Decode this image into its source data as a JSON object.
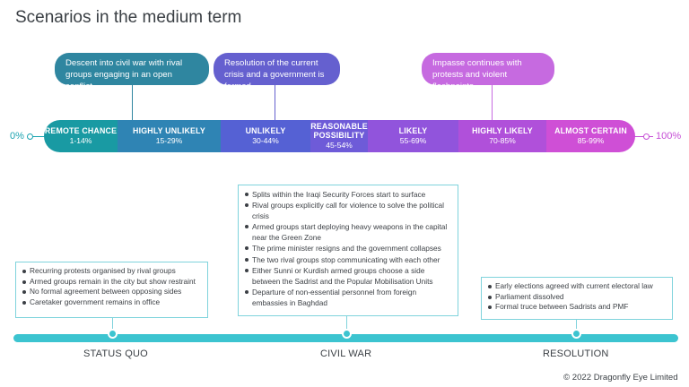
{
  "title": "Scenarios in the medium term",
  "scenarios": [
    {
      "text": "Descent into civil war with rival groups engaging in an open conflict",
      "color": "#2f86a0"
    },
    {
      "text": "Resolution of the current crisis and a government is formed",
      "color": "#6560cf"
    },
    {
      "text": "Impasse continues with protests and violent flashpoints",
      "color": "#c66ae0"
    }
  ],
  "probability_scale": {
    "min_label": "0%",
    "max_label": "100%",
    "segments": [
      {
        "label": "REMOTE CHANCE",
        "range": "1-14%",
        "color": "#199aa3"
      },
      {
        "label": "HIGHLY UNLIKELY",
        "range": "15-29%",
        "color": "#2f84b4"
      },
      {
        "label": "UNLIKELY",
        "range": "30-44%",
        "color": "#5561d4"
      },
      {
        "label": "REASONABLE POSSIBILITY",
        "range": "45-54%",
        "color": "#6e5bd8"
      },
      {
        "label": "LIKELY",
        "range": "55-69%",
        "color": "#9154dc"
      },
      {
        "label": "HIGHLY LIKELY",
        "range": "70-85%",
        "color": "#b050da"
      },
      {
        "label": "ALMOST CERTAIN",
        "range": "85-99%",
        "color": "#cf4fd6"
      }
    ]
  },
  "indicators": {
    "status_quo": [
      "Recurring protests organised by rival groups",
      "Armed groups remain in the city but show restraint",
      "No formal agreement between opposing sides",
      "Caretaker government remains in office"
    ],
    "civil_war": [
      "Splits within the Iraqi Security Forces start to surface",
      "Rival groups explicitly call for violence to solve the political crisis",
      "Armed groups start deploying heavy weapons in the capital near the Green Zone",
      "The prime minister resigns and the government collapses",
      "The two rival groups stop communicating with each other",
      "Either Sunni or Kurdish armed groups choose a side between the Sadrist and the Popular Mobilisation Units",
      "Departure of non-essential personnel from foreign embassies in Baghdad"
    ],
    "resolution": [
      "Early elections agreed with current electoral law",
      "Parliament dissolved",
      "Formal truce between Sadrists and PMF"
    ]
  },
  "timeline": {
    "phases": [
      "STATUS QUO",
      "CIVIL WAR",
      "RESOLUTION"
    ],
    "color": "#3cc4d0"
  },
  "copyright": "© 2022 Dragonfly Eye Limited"
}
